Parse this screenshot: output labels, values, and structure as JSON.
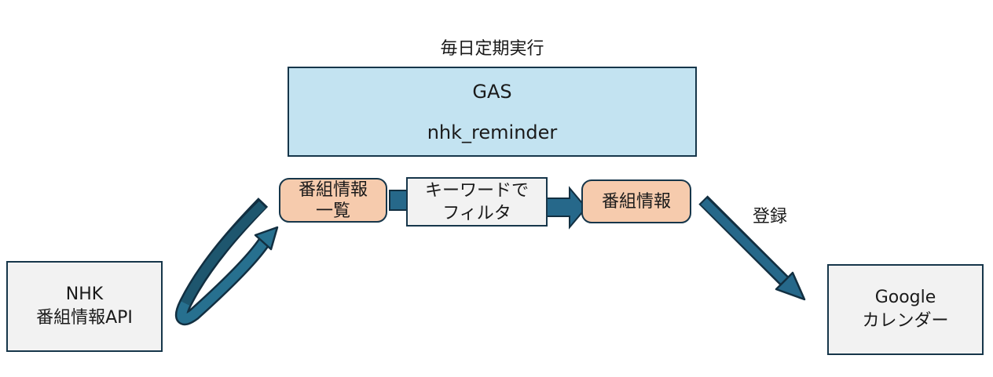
{
  "diagram": {
    "title": "毎日定期実行",
    "gas_box": {
      "line1": "GAS",
      "line2": "nhk_reminder"
    },
    "nodes": {
      "program_list": {
        "line1": "番組情報",
        "line2": "一覧"
      },
      "filter": {
        "line1": "キーワードで",
        "line2": "フィルタ"
      },
      "program_info": {
        "label": "番組情報"
      },
      "nhk_api": {
        "line1": "NHK",
        "line2": "番組情報API"
      },
      "google_calendar": {
        "line1": "Google",
        "line2": "カレンダー"
      }
    },
    "edges": {
      "register_label": "登録"
    },
    "colors": {
      "process_box_fill": "#c3e3f1",
      "data_node_fill": "#f6cbad",
      "step_box_fill": "#f2f2f2",
      "box_border": "#16364a",
      "arrow_fill": "#26688a",
      "arrow_fill_dark": "#1e566e",
      "arrow_fill_light": "#27708f",
      "arrow_outline": "#122f41",
      "text": "#1a1a1a"
    }
  }
}
